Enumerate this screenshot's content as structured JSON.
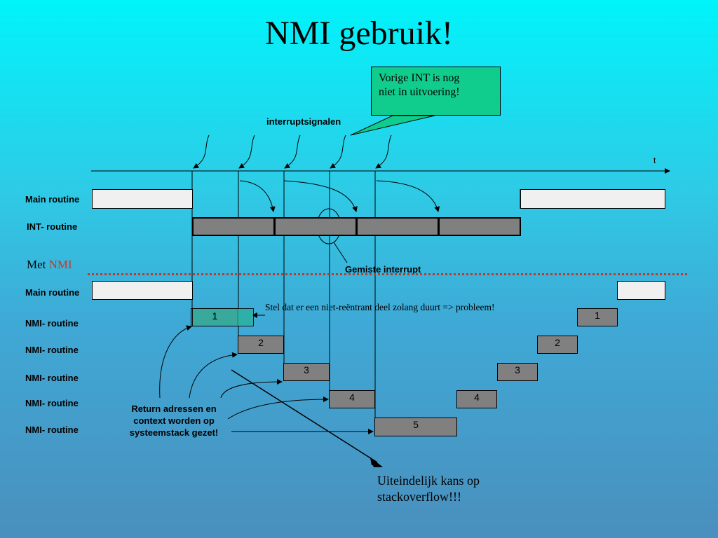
{
  "title": "NMI gebruik!",
  "callout": {
    "line1": "Vorige INT is nog",
    "line2": "niet in uitvoering!"
  },
  "interrupt_label": "interruptsignalen",
  "time_label": "t",
  "top_section": {
    "main_label": "Main routine",
    "int_label": "INT- routine",
    "missed_label": "Gemiste interrupt"
  },
  "separator_label": {
    "prefix": "Met ",
    "highlight": "NMI",
    "highlight_color": "#c0392b"
  },
  "bottom_section": {
    "main_label": "Main routine",
    "nmi_labels": [
      "NMI- routine",
      "NMI- routine",
      "NMI- routine",
      "NMI- routine",
      "NMI- routine"
    ],
    "left_boxes": [
      "1",
      "2",
      "3",
      "4"
    ],
    "center_box": "5",
    "right_boxes": [
      "4",
      "3",
      "2",
      "1"
    ]
  },
  "note": "Stel dat er een niet-reëntrant deel zolang duurt => probleem!",
  "return_text": {
    "line1": "Return adressen en",
    "line2": "context worden op",
    "line3": "systeemstack gezet!"
  },
  "conclusion": {
    "line1": "Uiteindelijk  kans op",
    "line2": "stackoverflow!!!"
  },
  "colors": {
    "callout": "#10cd8e",
    "nmi_highlight": "#2cb1a0",
    "box": "#808080"
  }
}
